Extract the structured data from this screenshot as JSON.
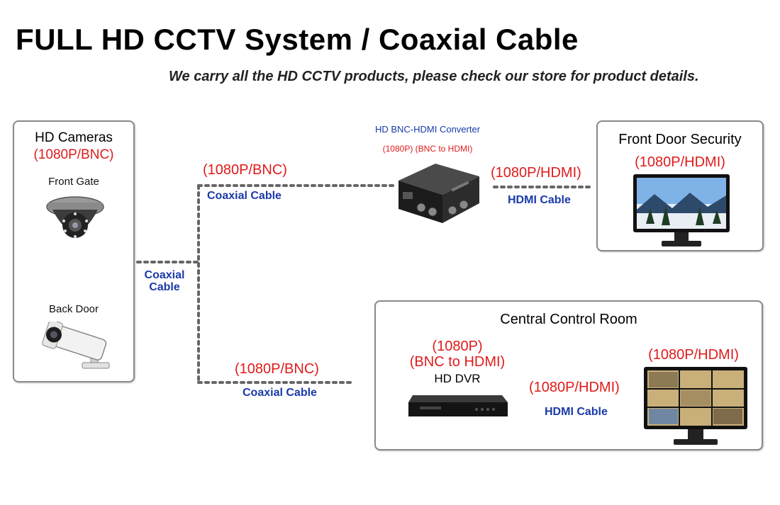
{
  "title": "FULL HD CCTV System / Coaxial Cable",
  "subtitle": "We carry all the HD CCTV products, please check our store for product details.",
  "cameras_box": {
    "heading": "HD Cameras",
    "spec": "(1080P/BNC)",
    "camera1_label": "Front Gate",
    "camera2_label": "Back Door"
  },
  "trunk_cable": {
    "line1": "Coaxial",
    "line2": "Cable"
  },
  "upper_link": {
    "spec": "(1080P/BNC)",
    "cable": "Coaxial Cable"
  },
  "lower_link": {
    "spec": "(1080P/BNC)",
    "cable": "Coaxial Cable"
  },
  "converter": {
    "name": "HD BNC-HDMI Converter",
    "spec": "(1080P) (BNC to HDMI)"
  },
  "front_door_link": {
    "spec": "(1080P/HDMI)",
    "cable": "HDMI Cable"
  },
  "front_door_box": {
    "heading": "Front Door Security",
    "spec": "(1080P/HDMI)"
  },
  "control_room_box": {
    "heading": "Central Control Room",
    "dvr_spec_line1": "(1080P)",
    "dvr_spec_line2": "(BNC to HDMI)",
    "dvr_name": "HD DVR",
    "monitor_spec": "(1080P/HDMI)"
  },
  "control_room_link": {
    "spec": "(1080P/HDMI)",
    "cable": "HDMI Cable"
  },
  "colors": {
    "spec_red": "#e01b1b",
    "cable_blue": "#1a3aa8",
    "dots": "#666666"
  }
}
